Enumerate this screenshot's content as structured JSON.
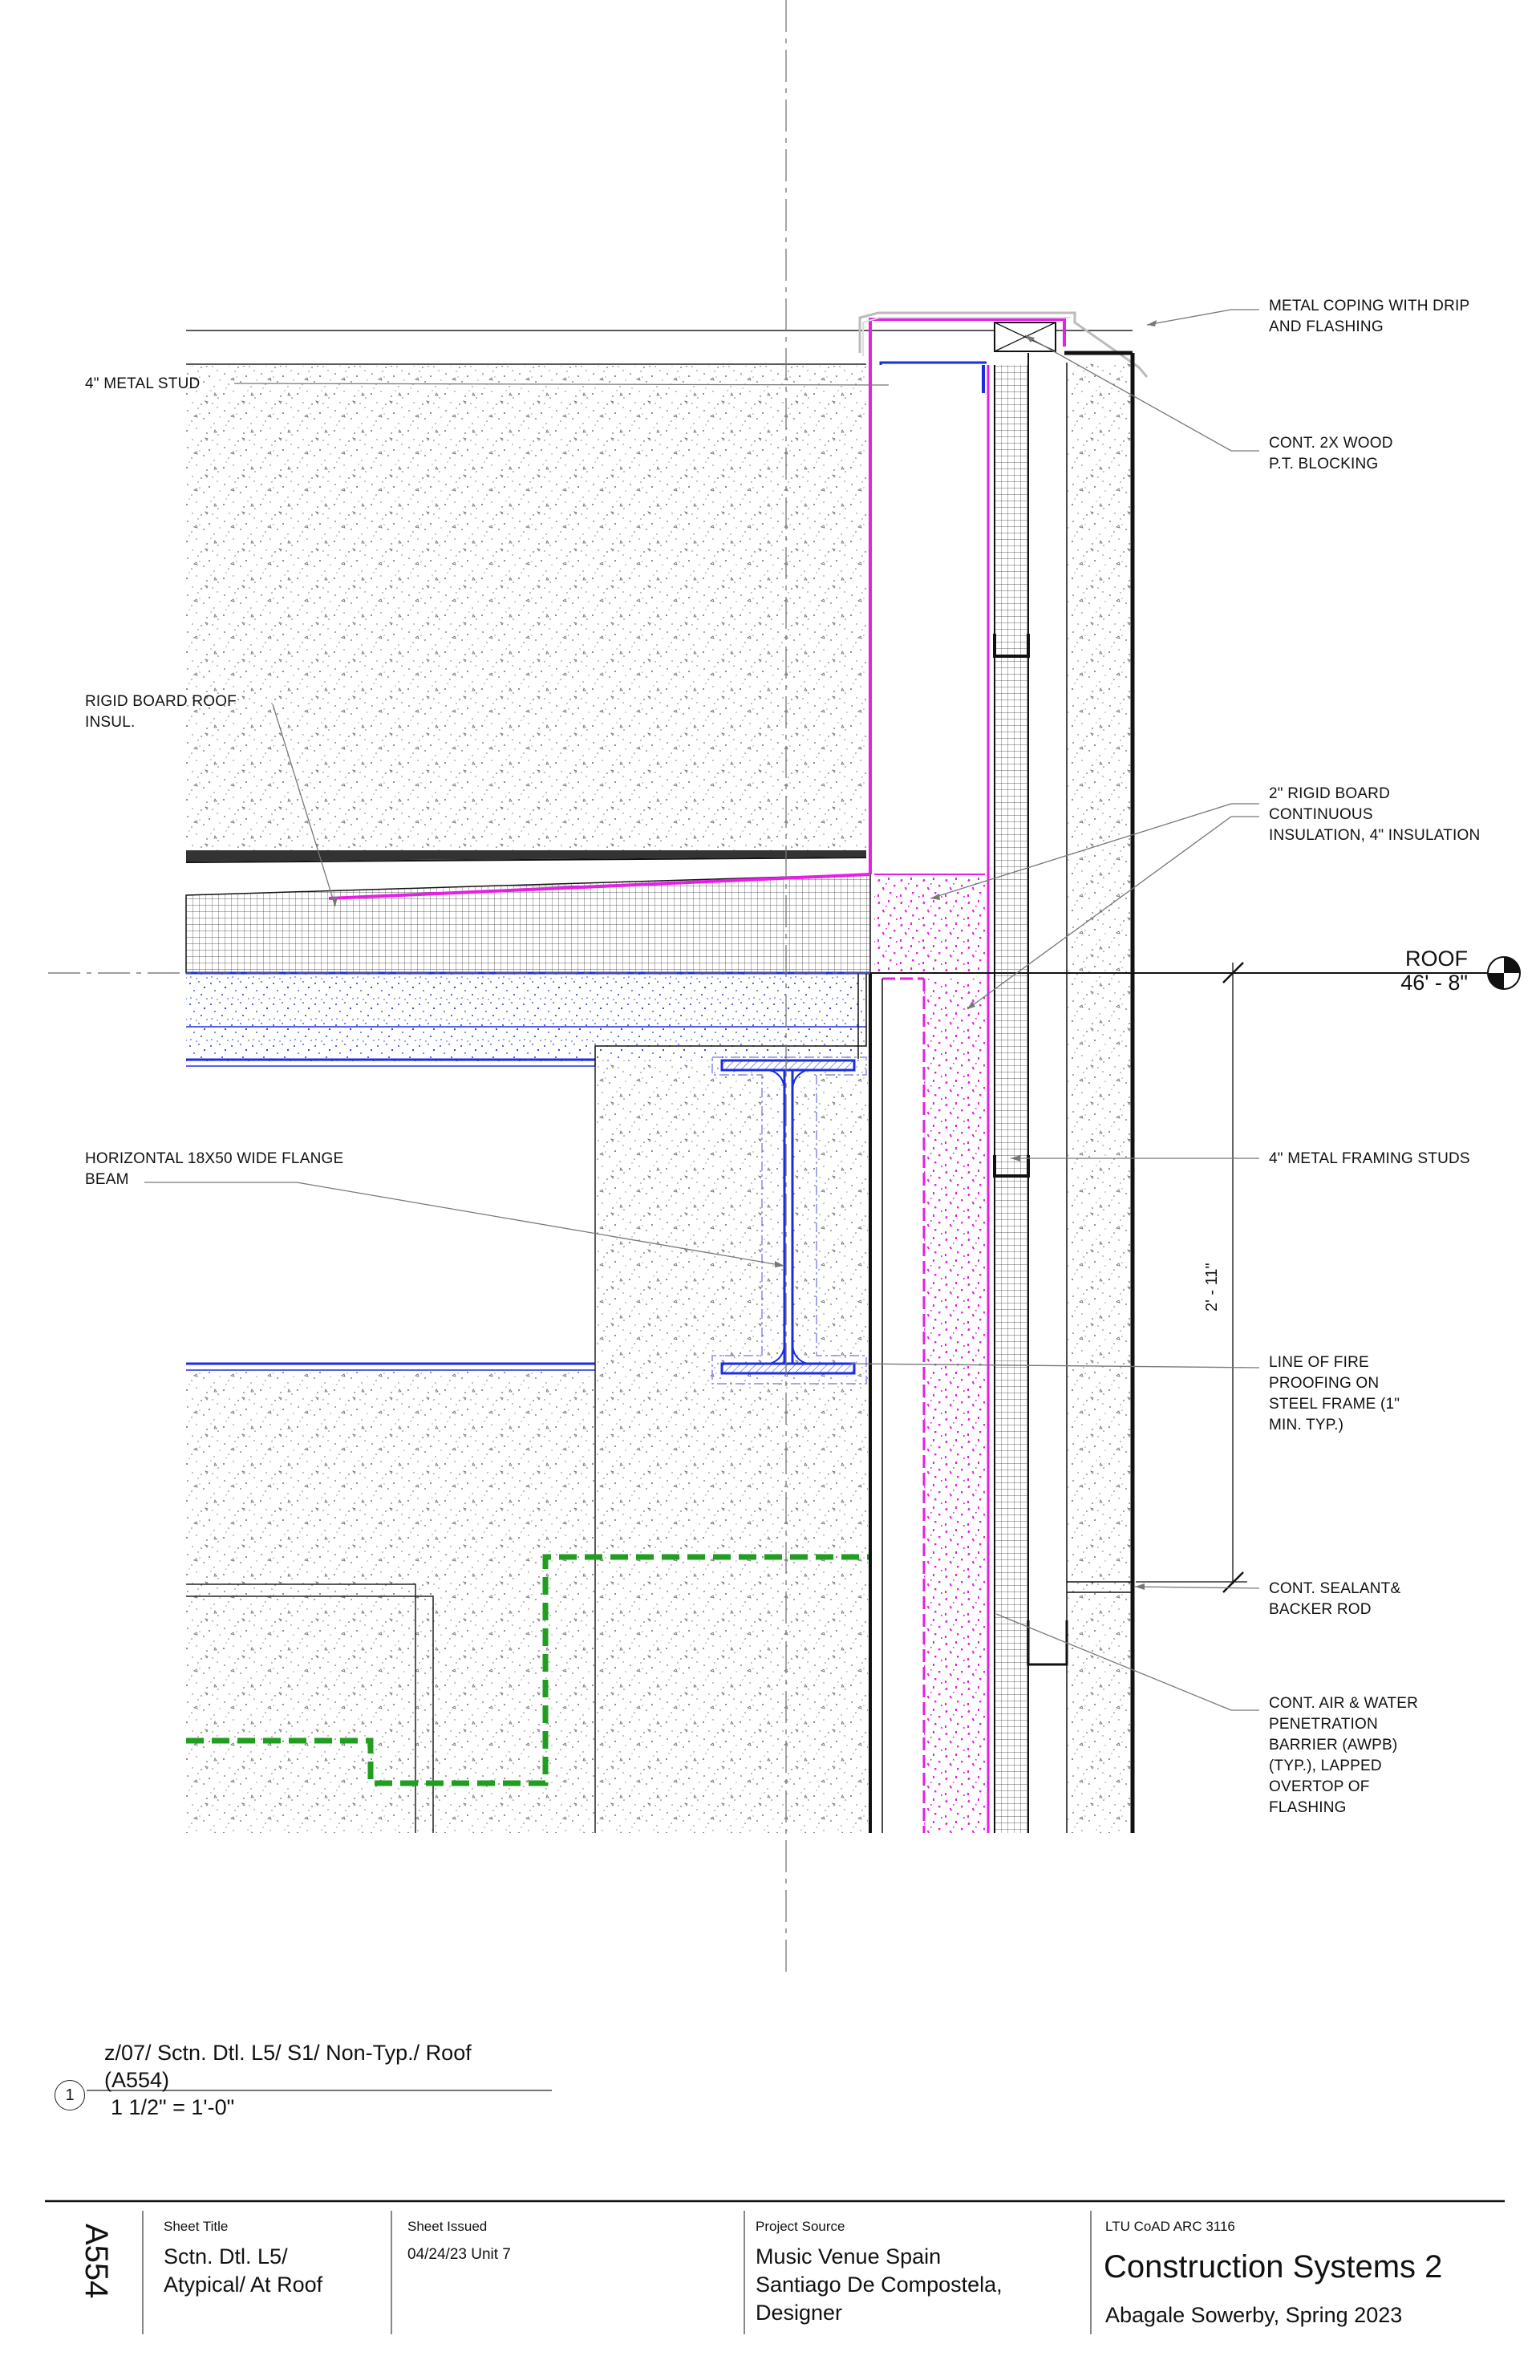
{
  "labels": {
    "metal_coping": [
      "METAL COPING WITH DRIP",
      "AND FLASHING"
    ],
    "metal_stud": [
      "4\" METAL STUD"
    ],
    "wood_blocking": [
      "CONT. 2X WOOD",
      "P.T. BLOCKING"
    ],
    "rigid_roof_insul": [
      "RIGID BOARD ROOF",
      "INSUL."
    ],
    "rigid_continuous": [
      "2\" RIGID BOARD",
      "CONTINUOUS",
      "INSULATION, 4\" INSULATION"
    ],
    "wide_flange_beam": [
      "HORIZONTAL 18x50 WIDE FLANGE",
      "BEAM"
    ],
    "framing_studs": [
      "4\" METAL FRAMING STUDS"
    ],
    "fireproofing": [
      "LINE OF FIRE",
      "PROOFING ON",
      "STEEL FRAME (1\"",
      "MIN. TYP.)"
    ],
    "sealant": [
      "CONT. SEALANT&",
      "BACKER ROD"
    ],
    "awpb": [
      "CONT. AIR & WATER",
      "PENETRATION",
      "BARRIER (AWPB)",
      "(TYP.), LAPPED",
      "OVERTOP OF",
      "FLASHING"
    ]
  },
  "level": {
    "name": "ROOF",
    "elevation": "46' - 8\""
  },
  "dimension": "2' - 11\"",
  "view": {
    "number": "1",
    "title_line1": "z/07/ Sctn. Dtl. L5/ S1/ Non-Typ./ Roof",
    "title_line2": "(A554)",
    "scale": "1 1/2\" = 1'-0\""
  },
  "title_block": {
    "sheet_number": "A554",
    "sheet_title_label": "Sheet Title",
    "sheet_title": [
      "Sctn. Dtl. L5/",
      "Atypical/ At Roof"
    ],
    "sheet_issued_label": "Sheet Issued",
    "sheet_issued": "04/24/23 Unit 7",
    "project_source_label": "Project Source",
    "project_source": [
      "Music Venue Spain",
      "Santiago De Compostela,",
      "Designer"
    ],
    "course": "LTU CoAD ARC 3116",
    "course_title": "Construction Systems 2",
    "author": "Abagale Sowerby, Spring 2023"
  },
  "colors": {
    "magenta": "#e61ee6",
    "blue": "#1a2ee0",
    "green": "#1f9e1f",
    "line": "#111111"
  }
}
